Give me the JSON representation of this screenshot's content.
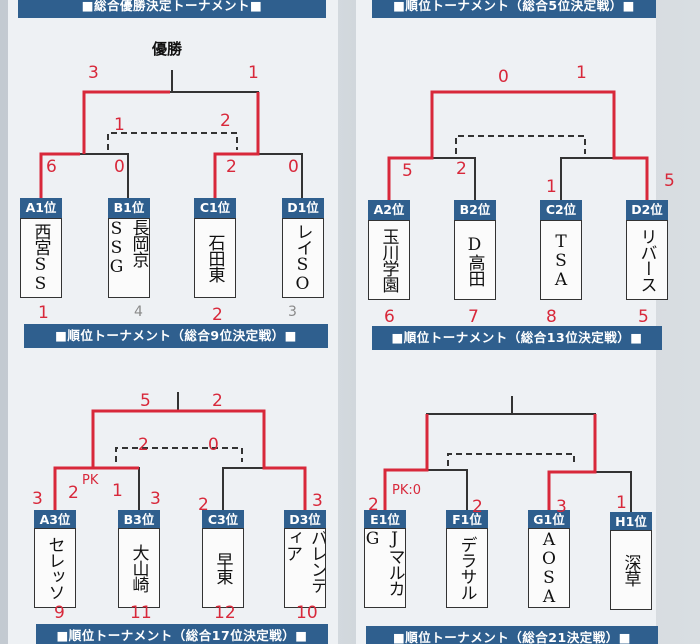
{
  "brackets": [
    {
      "title": "■総合優勝決定トーナメント■",
      "champion": "優勝",
      "entries": [
        {
          "seed": "A1位",
          "team": "西宮SS"
        },
        {
          "seed": "B1位",
          "team": "長岡京SSG"
        },
        {
          "seed": "C1位",
          "team": "石田東"
        },
        {
          "seed": "D1位",
          "team": "レイSO"
        }
      ],
      "scores": [
        "3",
        "1",
        "6",
        "0",
        "2",
        "0",
        "1",
        "2"
      ],
      "places": [
        "1",
        "4",
        "2",
        "3"
      ]
    },
    {
      "title": "■順位トーナメント（総合5位決定戦）■",
      "entries": [
        {
          "seed": "A2位",
          "team": "玉川学園"
        },
        {
          "seed": "B2位",
          "team": "D高田"
        },
        {
          "seed": "C2位",
          "team": "TSA"
        },
        {
          "seed": "D2位",
          "team": "リバース"
        }
      ],
      "scores": [
        "0",
        "1",
        "5",
        "2",
        "1",
        "5"
      ],
      "places": [
        "6",
        "7",
        "8",
        "5"
      ]
    },
    {
      "title": "■順位トーナメント（総合9位決定戦）■",
      "entries": [
        {
          "seed": "A3位",
          "team": "セレッソ"
        },
        {
          "seed": "B3位",
          "team": "大山崎"
        },
        {
          "seed": "C3位",
          "team": "早東"
        },
        {
          "seed": "D3位",
          "team": "バレンティア"
        }
      ],
      "scores": [
        "5",
        "2",
        "2",
        "0",
        "3",
        "2",
        "1",
        "3",
        "2",
        "3"
      ],
      "pk": "PK",
      "places": [
        "9",
        "11",
        "12",
        "10"
      ]
    },
    {
      "title": "■順位トーナメント（総合13位決定戦）■",
      "entries": [
        {
          "seed": "E1位",
          "team": "JマルカG"
        },
        {
          "seed": "F1位",
          "team": "デラサル"
        },
        {
          "seed": "G1位",
          "team": "AOSA"
        },
        {
          "seed": "H1位",
          "team": "深草"
        }
      ],
      "scores": [
        "2",
        "2",
        "3",
        "1"
      ],
      "pk": "PK:0"
    }
  ],
  "footers": [
    "■順位トーナメント（総合17位決定戦）■",
    "■順位トーナメント（総合21決定戦）■"
  ]
}
